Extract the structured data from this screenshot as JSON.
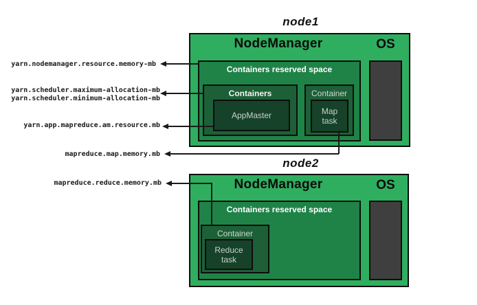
{
  "diagram": {
    "description": "YARN / MapReduce memory allocation diagram with two nodes",
    "colors": {
      "node_background": "#2fae5f",
      "reserved_space_background": "#1f8347",
      "container_background": "#1d6038",
      "task_background": "#16422a",
      "os_block": "#3f3f3f",
      "border": "#0d0d0d",
      "connector_line": "#1a1a1a",
      "label_white": "#ffffff",
      "label_dim": "#c9d2c9"
    }
  },
  "node1": {
    "title": "node1",
    "nodemanager_label": "NodeManager",
    "os_label": "OS",
    "reserved_label": "Containers reserved space",
    "containers_label": "Containers",
    "appmaster_label": "AppMaster",
    "container_label": "Container",
    "map_task_label": "Map task"
  },
  "node2": {
    "title": "node2",
    "nodemanager_label": "NodeManager",
    "os_label": "OS",
    "reserved_label": "Containers reserved space",
    "container_label": "Container",
    "reduce_task_label": "Reduce task"
  },
  "config_labels": {
    "nodemanager_memory": "yarn.nodemanager.resource.memory-mb",
    "scheduler_max": "yarn.scheduler.maximum-allocation-mb",
    "scheduler_min": "yarn.scheduler.minimum-allocation-mb",
    "am_resource": "yarn.app.mapreduce.am.resource.mb",
    "map_memory": "mapreduce.map.memory.mb",
    "reduce_memory": "mapreduce.reduce.memory.mb"
  }
}
